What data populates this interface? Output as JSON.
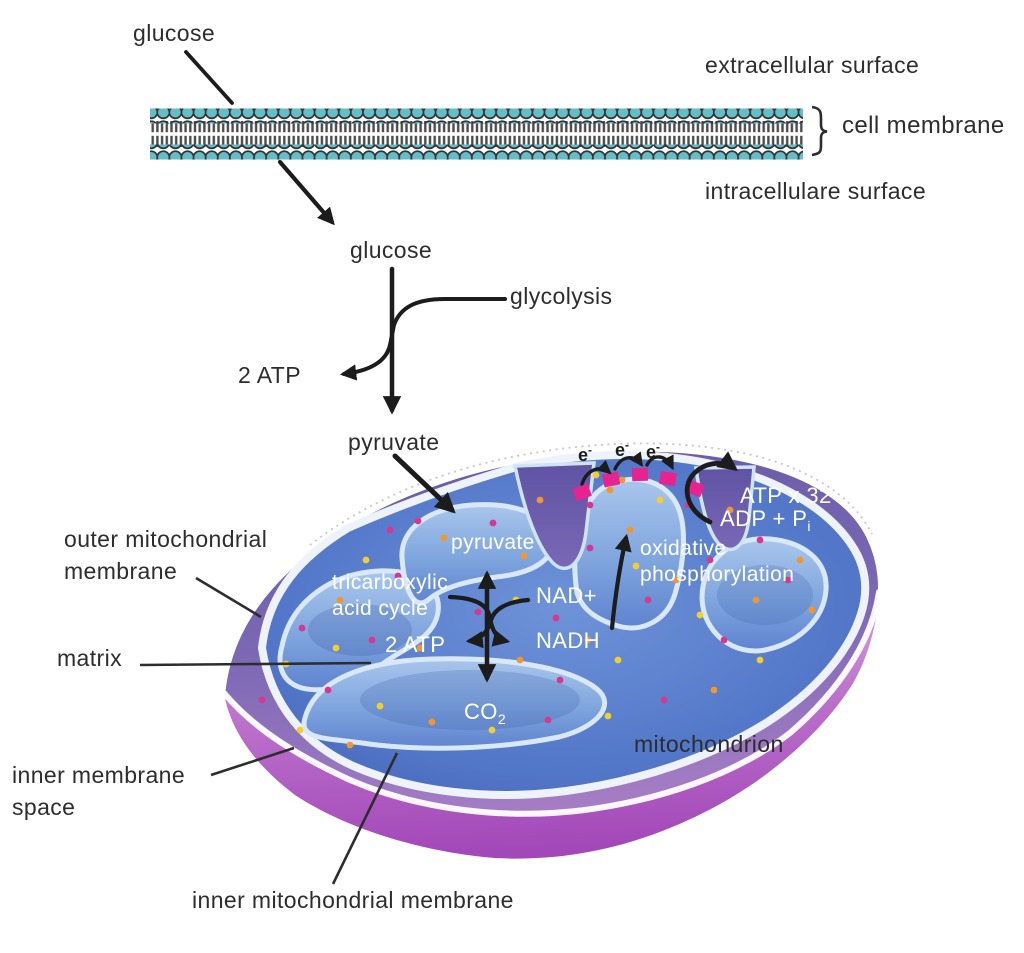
{
  "colors": {
    "text_dark": "#2d2d2d",
    "text_white": "#ffffff",
    "membrane_head_teal": "#63bec8",
    "membrane_outline": "#333333",
    "mito_outer_purple": "#6b5fae",
    "mito_rim_pink": "#b363c4",
    "matrix_blue": "#5276c8",
    "crista_light_blue": "#86abdf",
    "crista_edge": "#d9e8f8",
    "etc_complex_pink": "#e6238f",
    "dot_yellow": "#f2cf2e",
    "dot_orange": "#f0972f",
    "dot_magenta": "#d9368f"
  },
  "cell": {
    "glucose_outside": "glucose",
    "extracellular": "extracellular surface",
    "membrane": "cell membrane",
    "intracellular": "intracellulare surface"
  },
  "glycolysis": {
    "glucose_inside": "glucose",
    "label": "glycolysis",
    "atp_out": "2 ATP",
    "pyruvate": "pyruvate"
  },
  "mito": {
    "outer_membrane_l1": "outer mitochondrial",
    "outer_membrane_l2": "membrane",
    "matrix": "matrix",
    "inner_space_l1": "inner membrane",
    "inner_space_l2": "space",
    "inner_membrane": "inner mitochondrial membrane",
    "name": "mitochondrion",
    "pyruvate": "pyruvate",
    "tca_l1": "tricarboxylic",
    "tca_l2": "acid cycle",
    "nad": "NAD+",
    "nadh": "NADH",
    "atp": "2 ATP",
    "co2_base": "CO",
    "co2_sub": "2",
    "oxphos_l1": "oxidative",
    "oxphos_l2": "phosphorylation",
    "atp32": "ATP x 32",
    "adp_base": "ADP + P",
    "adp_sub": "i",
    "electrons": [
      {
        "base": "e",
        "sup": "-"
      },
      {
        "base": "e",
        "sup": "-"
      },
      {
        "base": "e",
        "sup": "-"
      }
    ]
  }
}
